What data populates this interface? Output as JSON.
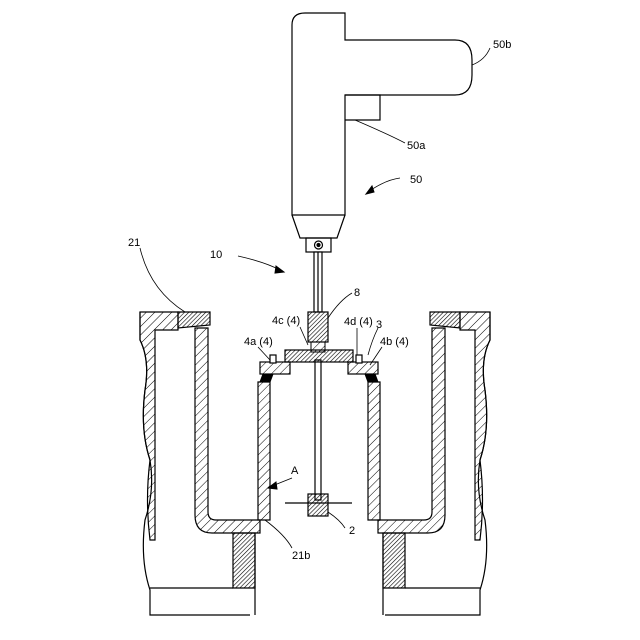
{
  "labels": {
    "tool": "50",
    "tool_nozzle": "50b",
    "tool_grip": "50a",
    "assembly": "10",
    "housing": "21",
    "cutter": "8",
    "part_4a": "4a (4)",
    "part_4b": "4b (4)",
    "part_4c": "4c (4)",
    "part_4d": "4d (4)",
    "part_3": "3",
    "arrow_a": "A",
    "rod_tip": "2",
    "bottom": "21b"
  }
}
